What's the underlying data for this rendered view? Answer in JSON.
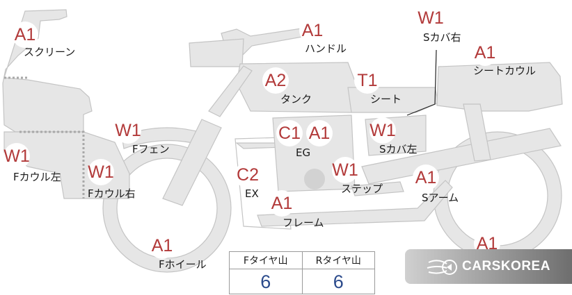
{
  "parts": [
    {
      "id": "screen",
      "code": "A1",
      "label": "スクリーン"
    },
    {
      "id": "handle",
      "code": "A1",
      "label": "ハンドル"
    },
    {
      "id": "s-cover-r",
      "code": "W1",
      "label": "Sカバ右"
    },
    {
      "id": "seat-cowl",
      "code": "A1",
      "label": "シートカウル"
    },
    {
      "id": "tank",
      "code": "A2",
      "label": "タンク"
    },
    {
      "id": "seat",
      "code": "T1",
      "label": "シート"
    },
    {
      "id": "f-fender",
      "code": "W1",
      "label": "Fフェン"
    },
    {
      "id": "engine-c",
      "code": "C1",
      "label": ""
    },
    {
      "id": "engine-a",
      "code": "A1",
      "label": "EG"
    },
    {
      "id": "s-cover-l",
      "code": "W1",
      "label": "Sカバ左"
    },
    {
      "id": "f-cowl-l",
      "code": "W1",
      "label": "Fカウル左"
    },
    {
      "id": "f-cowl-r",
      "code": "W1",
      "label": "Fカウル右"
    },
    {
      "id": "exhaust",
      "code": "C2",
      "label": "EX"
    },
    {
      "id": "step",
      "code": "W1",
      "label": "ステップ"
    },
    {
      "id": "s-arm",
      "code": "A1",
      "label": "Sアーム"
    },
    {
      "id": "frame",
      "code": "A1",
      "label": "フレーム"
    },
    {
      "id": "f-wheel",
      "code": "A1",
      "label": "Fホイール"
    },
    {
      "id": "r-wheel",
      "code": "A1",
      "label": ""
    }
  ],
  "tread_table": {
    "headers": [
      "Fタイヤ山",
      "Rタイヤ山"
    ],
    "values": [
      "6",
      "6"
    ]
  },
  "watermark": {
    "text": "CARSKOREA"
  },
  "colors": {
    "body": "#e6e6e6",
    "outline": "#bdbdbd",
    "code": "#b23a3a",
    "value": "#2b4a8b"
  }
}
